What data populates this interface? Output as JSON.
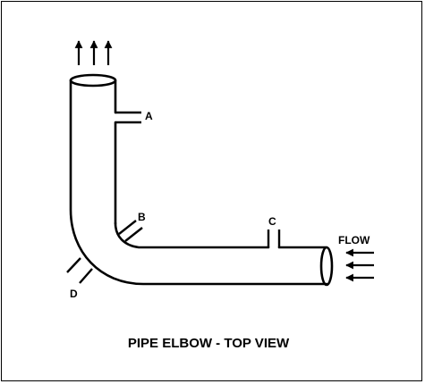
{
  "title": "PIPE ELBOW - TOP VIEW",
  "labels": {
    "a": "A",
    "b": "B",
    "c": "C",
    "d": "D",
    "flow": "FLOW"
  },
  "icons": {
    "outflow": "arrow-up-icon",
    "inflow": "arrow-left-icon"
  },
  "colors": {
    "line": "#000000",
    "background": "#ffffff"
  }
}
